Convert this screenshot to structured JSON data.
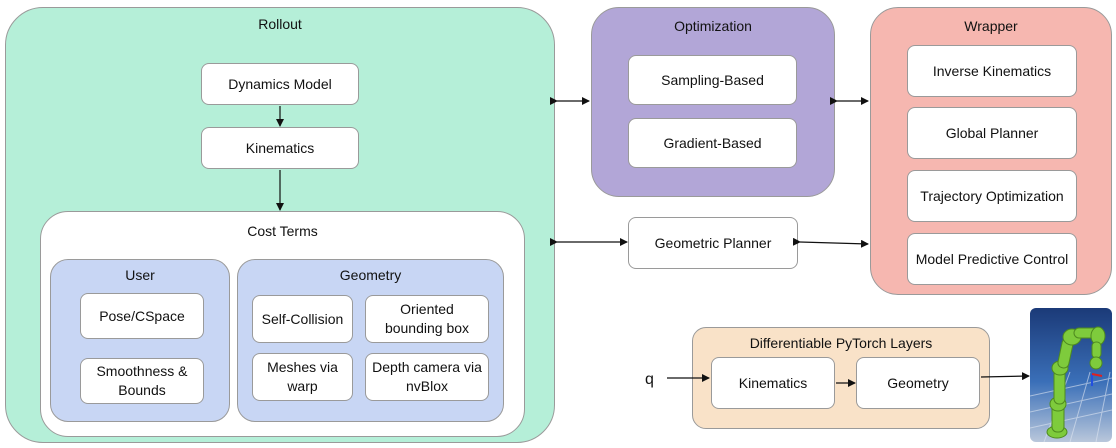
{
  "rollout": {
    "title": "Rollout",
    "dynamics_model": "Dynamics Model",
    "kinematics": "Kinematics",
    "cost_terms": {
      "title": "Cost Terms",
      "user": {
        "title": "User",
        "items": [
          "Pose/CSpace",
          "Smoothness & Bounds"
        ]
      },
      "geometry": {
        "title": "Geometry",
        "items": [
          "Self-Collision",
          "Oriented bounding box",
          "Meshes via warp",
          "Depth camera via nvBlox"
        ]
      }
    }
  },
  "optimization": {
    "title": "Optimization",
    "items": [
      "Sampling-Based",
      "Gradient-Based"
    ]
  },
  "wrapper": {
    "title": "Wrapper",
    "items": [
      "Inverse Kinematics",
      "Global Planner",
      "Trajectory Optimization",
      "Model Predictive Control"
    ]
  },
  "geometric_planner": "Geometric Planner",
  "pytorch_layers": {
    "title": "Differentiable PyTorch Layers",
    "input": "q",
    "kinematics": "Kinematics",
    "geometry": "Geometry"
  },
  "colors": {
    "rollout": "#b5efd8",
    "optimization": "#b2a6d7",
    "wrapper": "#f6b7b0",
    "user": "#c8d6f4",
    "geometry": "#c8d6f4",
    "pytorch": "#f9e2c8",
    "robot": "#7ecb3c"
  },
  "icons": [
    "robot-arm-render-icon"
  ]
}
